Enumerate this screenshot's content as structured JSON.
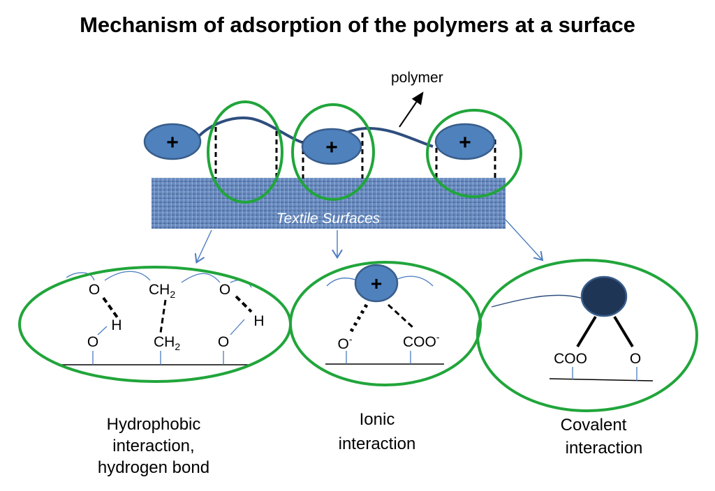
{
  "title": "Mechanism of adsorption of the polymers at a surface",
  "polymer_label": "polymer",
  "surface_label": "Textile Surfaces",
  "plus_sign": "+",
  "hydrophobic": {
    "o_top_left": "O",
    "ch2_top": "CH",
    "ch2_top_sub": "2",
    "o_top_right": "O",
    "h_left": "H",
    "h_right": "H",
    "o_bottom_left": "O",
    "ch2_bottom": "CH",
    "ch2_bottom_sub": "2",
    "o_bottom_right": "O",
    "caption": [
      "Hydrophobic",
      "interaction,",
      "hydrogen bond"
    ]
  },
  "ionic": {
    "o_minus": "O",
    "o_minus_sup": "-",
    "coo_minus": "COO",
    "coo_minus_sup": "-",
    "caption": [
      "Ionic",
      "interaction"
    ]
  },
  "covalent": {
    "coo": "COO",
    "o": "O",
    "caption": [
      "Covalent",
      "interaction"
    ]
  },
  "colors": {
    "green": "#21a53b",
    "blue_fill": "#4f81bd",
    "blue_stroke": "#385d8a",
    "dark_navy": "#1f3556",
    "curve": "#2e4e7e",
    "thin_line": "#4a7bc0",
    "textile": "#5b7fb5"
  }
}
